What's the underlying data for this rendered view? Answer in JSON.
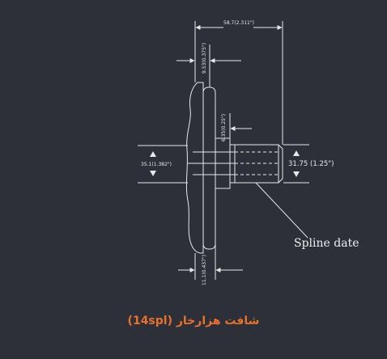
{
  "labels": {
    "overall_length": "58.7(2.311\")",
    "top_offset": "9.53(0.375\")",
    "collar_width": "6.35(0.25\")",
    "flange_diameter": "35.1(1.382\")",
    "spline_diameter": "31.75 (1.25\")",
    "bottom_offset": "11.1(0.437\")",
    "spline_callout": "Spline date"
  },
  "caption": "شافت هزارخار (14spl)",
  "colors": {
    "background": "#2d3038",
    "lines": "#e8e8e8",
    "caption": "#e8722d"
  }
}
